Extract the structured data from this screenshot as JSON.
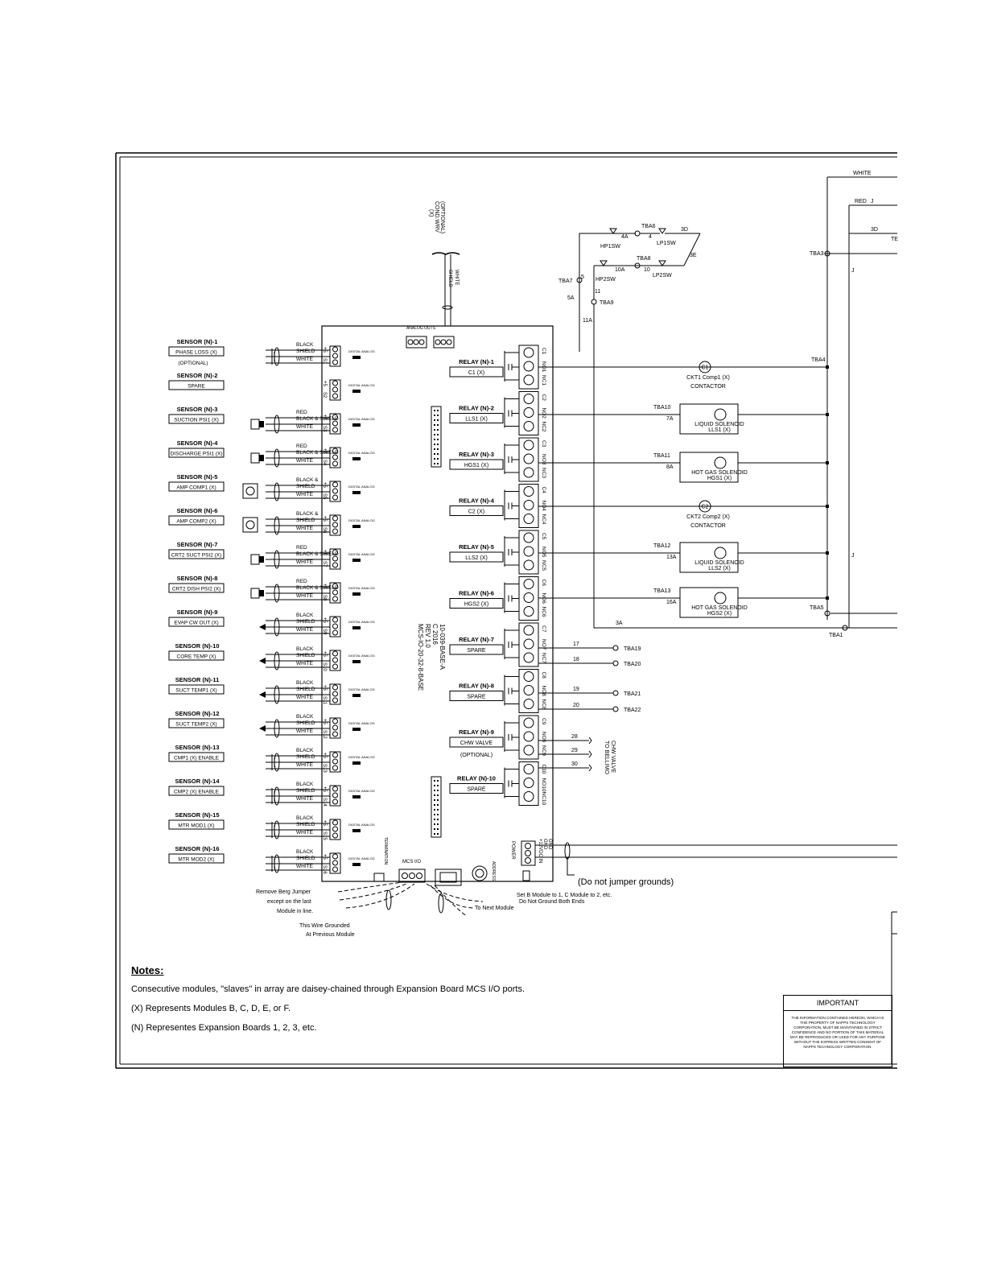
{
  "board": {
    "model_lines": [
      "MCS-IO-20-32-8-BASE",
      "REV 1.0",
      "C 2016",
      "10-039-BASE-A"
    ],
    "analog_outs_label": "ANALOG OUTS",
    "power_label": "POWER",
    "power_terms": [
      "+12VDC IN",
      "GND",
      "GND"
    ],
    "mcs_io_label": "MCS I/O",
    "address_label": "ADDRESS",
    "termination_label": "TERMINATION",
    "digital_analog_label": "DIGITAL ANALOG"
  },
  "sensors": [
    {
      "title": "SENSOR (N)-1",
      "label": "PHASE LOSS (X)",
      "sub": "(OPTIONAL)",
      "wires": [
        "BLACK",
        "SHIELD",
        "WHITE"
      ],
      "terms": [
        "+5",
        "S1"
      ]
    },
    {
      "title": "SENSOR (N)-2",
      "label": "SPARE",
      "sub": "",
      "wires": [],
      "terms": [
        "+5",
        "S2"
      ]
    },
    {
      "title": "SENSOR (N)-3",
      "label": "SUCTION PSI1 (X)",
      "sub": "",
      "wires": [
        "RED",
        "BLACK & SHIELD",
        "WHITE"
      ],
      "terms": [
        "+5",
        "S3"
      ]
    },
    {
      "title": "SENSOR (N)-4",
      "label": "DISCHARGE PSI1 (X)",
      "sub": "",
      "wires": [
        "RED",
        "BLACK & SHIELD",
        "WHITE"
      ],
      "terms": [
        "+5",
        "S4"
      ]
    },
    {
      "title": "SENSOR (N)-5",
      "label": "AMP COMP1 (X)",
      "sub": "",
      "wires": [
        "BLACK &",
        "SHIELD",
        "WHITE"
      ],
      "terms": [
        "+5",
        "S5"
      ]
    },
    {
      "title": "SENSOR (N)-6",
      "label": "AMP COMP2 (X)",
      "sub": "",
      "wires": [
        "BLACK &",
        "SHIELD",
        "WHITE"
      ],
      "terms": [
        "+5",
        "S6"
      ]
    },
    {
      "title": "SENSOR (N)-7",
      "label": "CRT2 SUCT PSI2 (X)",
      "sub": "",
      "wires": [
        "RED",
        "BLACK & SHIELD",
        "WHITE"
      ],
      "terms": [
        "+5",
        "S7"
      ]
    },
    {
      "title": "SENSOR (N)-8",
      "label": "CRT2 DISH PSI2 (X)",
      "sub": "",
      "wires": [
        "RED",
        "BLACK & SHIELD",
        "WHITE"
      ],
      "terms": [
        "+5",
        "S8"
      ]
    },
    {
      "title": "SENSOR (N)-9",
      "label": "EVAP CW OUT (X)",
      "sub": "",
      "wires": [
        "BLACK",
        "SHIELD",
        "WHITE"
      ],
      "terms": [
        "+5",
        "S9"
      ]
    },
    {
      "title": "SENSOR (N)-10",
      "label": "CORE TEMP (X)",
      "sub": "",
      "wires": [
        "BLACK",
        "SHIELD",
        "WHITE"
      ],
      "terms": [
        "+5",
        "S10"
      ]
    },
    {
      "title": "SENSOR (N)-11",
      "label": "SUCT TEMP1 (X)",
      "sub": "",
      "wires": [
        "BLACK",
        "SHIELD",
        "WHITE"
      ],
      "terms": [
        "+5",
        "S11"
      ]
    },
    {
      "title": "SENSOR (N)-12",
      "label": "SUCT TEMP2 (X)",
      "sub": "",
      "wires": [
        "BLACK",
        "SHIELD",
        "WHITE"
      ],
      "terms": [
        "+5",
        "S12"
      ]
    },
    {
      "title": "SENSOR (N)-13",
      "label": "CMP1 (X) ENABLE",
      "sub": "",
      "wires": [
        "BLACK",
        "SHIELD",
        "WHITE"
      ],
      "terms": [
        "+5",
        "S13"
      ]
    },
    {
      "title": "SENSOR (N)-14",
      "label": "CMP2 (X) ENABLE",
      "sub": "",
      "wires": [
        "BLACK",
        "SHIELD",
        "WHITE"
      ],
      "terms": [
        "+5",
        "S14"
      ]
    },
    {
      "title": "SENSOR (N)-15",
      "label": "MTR MOD1 (X)",
      "sub": "",
      "wires": [
        "BLACK",
        "SHIELD",
        "WHITE"
      ],
      "terms": [
        "+5",
        "S15"
      ]
    },
    {
      "title": "SENSOR (N)-16",
      "label": "MTR MOD2 (X)",
      "sub": "",
      "wires": [
        "BLACK",
        "SHIELD",
        "WHITE"
      ],
      "terms": [
        "+5",
        "S16"
      ]
    }
  ],
  "relays": [
    {
      "title": "RELAY (N)-1",
      "label": "C1 (X)",
      "sub": "",
      "terms": [
        "C1",
        "NO1",
        "NC1"
      ]
    },
    {
      "title": "RELAY (N)-2",
      "label": "LLS1 (X)",
      "sub": "",
      "terms": [
        "C2",
        "NO2",
        "NC2"
      ]
    },
    {
      "title": "RELAY (N)-3",
      "label": "HGS1 (X)",
      "sub": "",
      "terms": [
        "C3",
        "NO3",
        "NC3"
      ]
    },
    {
      "title": "RELAY (N)-4",
      "label": "C2 (X)",
      "sub": "",
      "terms": [
        "C4",
        "NO4",
        "NC4"
      ]
    },
    {
      "title": "RELAY (N)-5",
      "label": "LLS2 (X)",
      "sub": "",
      "terms": [
        "C5",
        "NO5",
        "NC5"
      ]
    },
    {
      "title": "RELAY (N)-6",
      "label": "HGS2 (X)",
      "sub": "",
      "terms": [
        "C6",
        "NO6",
        "NC6"
      ]
    },
    {
      "title": "RELAY (N)-7",
      "label": "SPARE",
      "sub": "",
      "terms": [
        "C7",
        "NO7",
        "NC7"
      ]
    },
    {
      "title": "RELAY (N)-8",
      "label": "SPARE",
      "sub": "",
      "terms": [
        "C8",
        "NO8",
        "NC8"
      ]
    },
    {
      "title": "RELAY (N)-9",
      "label": "CHW VALVE",
      "sub": "(OPTIONAL)",
      "terms": [
        "C9",
        "NO9",
        "NC9"
      ]
    },
    {
      "title": "RELAY (N)-10",
      "label": "SPARE",
      "sub": "",
      "terms": [
        "C10",
        "NO10",
        "NC10"
      ]
    }
  ],
  "loads": [
    {
      "tba": "TBA4",
      "wire": "",
      "name": "CKT1 Comp1 (X)",
      "sub": "CONTACTOR",
      "symbol": "C1"
    },
    {
      "tba": "TBA10",
      "wire": "7A",
      "name": "LIQUID SOLENOID",
      "sub": "LLS1 (X)",
      "symbol": ""
    },
    {
      "tba": "TBA11",
      "wire": "8A",
      "name": "HOT GAS SOLENOID",
      "sub": "HGS1 (X)",
      "symbol": ""
    },
    {
      "tba": "",
      "wire": "",
      "name": "CKT2 Comp2 (X)",
      "sub": "CONTACTOR",
      "symbol": "C2"
    },
    {
      "tba": "TBA12",
      "wire": "13A",
      "name": "LIQUID SOLENOID",
      "sub": "LLS2 (X)",
      "symbol": ""
    },
    {
      "tba": "TBA13",
      "wire": "16A",
      "name": "HOT GAS SOLENOID",
      "sub": "HGS2 (X)",
      "symbol": ""
    }
  ],
  "spare_outputs": [
    {
      "wire": "17",
      "tba": "TBA19"
    },
    {
      "wire": "18",
      "tba": "TBA20"
    },
    {
      "wire": "19",
      "tba": "TBA21"
    },
    {
      "wire": "20",
      "tba": "TBA22"
    }
  ],
  "chw_valve": {
    "wires": [
      "28",
      "29",
      "30"
    ],
    "label_lines": [
      "TO BELLIMO",
      "CHW VALVE"
    ]
  },
  "top": {
    "optional_lines": [
      "(OPTIONAL)",
      "COND.WRV",
      "(X)"
    ],
    "white": "WHITE",
    "shield": "SHIELD",
    "sw_labels": {
      "hp1": "HP1SW",
      "lp1": "LP1SW",
      "hp2": "HP2SW",
      "lp2": "LP2SW",
      "tba6": "TBA6",
      "tba8": "TBA8",
      "tba7": "TBA7",
      "tba9": "TBA9",
      "w4a": "4A",
      "w4": "4",
      "w3d": "3D",
      "w10a": "10A",
      "w10": "10",
      "w3e": "3E",
      "w5": "5",
      "w5a": "5A",
      "w11": "11",
      "w11a": "11A"
    },
    "right_labels": {
      "white": "WHITE",
      "red": "RED",
      "j": "J",
      "w3d": "3D",
      "te": "TE",
      "tba3": "TBA3",
      "tba5": "TBA5",
      "tba1": "TBA1",
      "w3a": "3A"
    }
  },
  "annotations": {
    "no_jumper": "(Do not jumper grounds)",
    "berg": [
      "Remove Berg Jumper",
      "except on the last",
      "Module in line."
    ],
    "grounded": [
      "This Wire Grounded",
      "At Previous Module"
    ],
    "set_b": "Set B Module to 1, C Module to 2, etc.",
    "do_not_ground": "Do Not Ground Both Ends",
    "next_module": "To Next Module"
  },
  "notes": {
    "title": "Notes:",
    "lines": [
      "Consecutive modules, \"slaves\" in array are daisey-chained through Expansion Board MCS I/O ports.",
      "(X) Represents Modules B, C, D, E, or F.",
      "(N) Representes Expansion Boards 1, 2, 3, etc."
    ]
  },
  "important": {
    "title": "IMPORTANT",
    "body": "THE INFORMATION CONTAINED HEREON, WHICH IS THE PROPERTY OF NAPPS TECHNOLOGY CORPORATION, MUST BE MAINTAINED IN STRICT CONFIDENCE AND NO PORTION OF THIS MATERIAL MAY BE REPRODUCED OR USED FOR ANY PURPOSE WITHOUT THE EXPRESS WRITTEN CONSENT OF NAPPS TECHNOLOGY CORPORATION."
  }
}
